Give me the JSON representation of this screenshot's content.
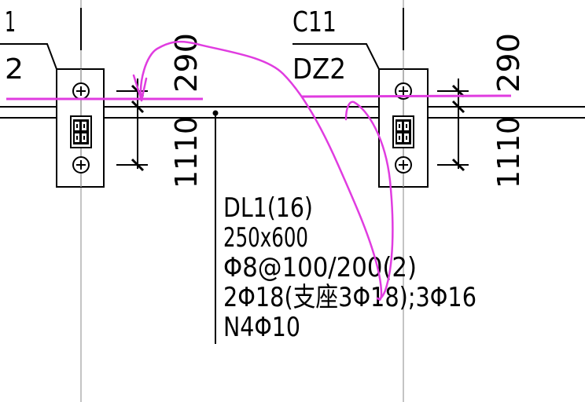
{
  "drawing": {
    "left_column_labels": [
      "1",
      "2"
    ],
    "right_column_labels": [
      "C11",
      "DZ2"
    ],
    "dimensions": {
      "upper_left": "290",
      "lower_left": "1110",
      "upper_right": "290",
      "lower_right": "1110"
    },
    "beam_annotation": {
      "line1": "DL1(16)",
      "line2": "250x600",
      "line3": "Φ8@100/200(2)",
      "line4": "2Φ18(支座3Φ18);3Φ16",
      "line5": "N4Φ10"
    },
    "colors": {
      "line": "#000000",
      "axis": "#9a9a9a",
      "markup": "#e03ce0"
    }
  }
}
